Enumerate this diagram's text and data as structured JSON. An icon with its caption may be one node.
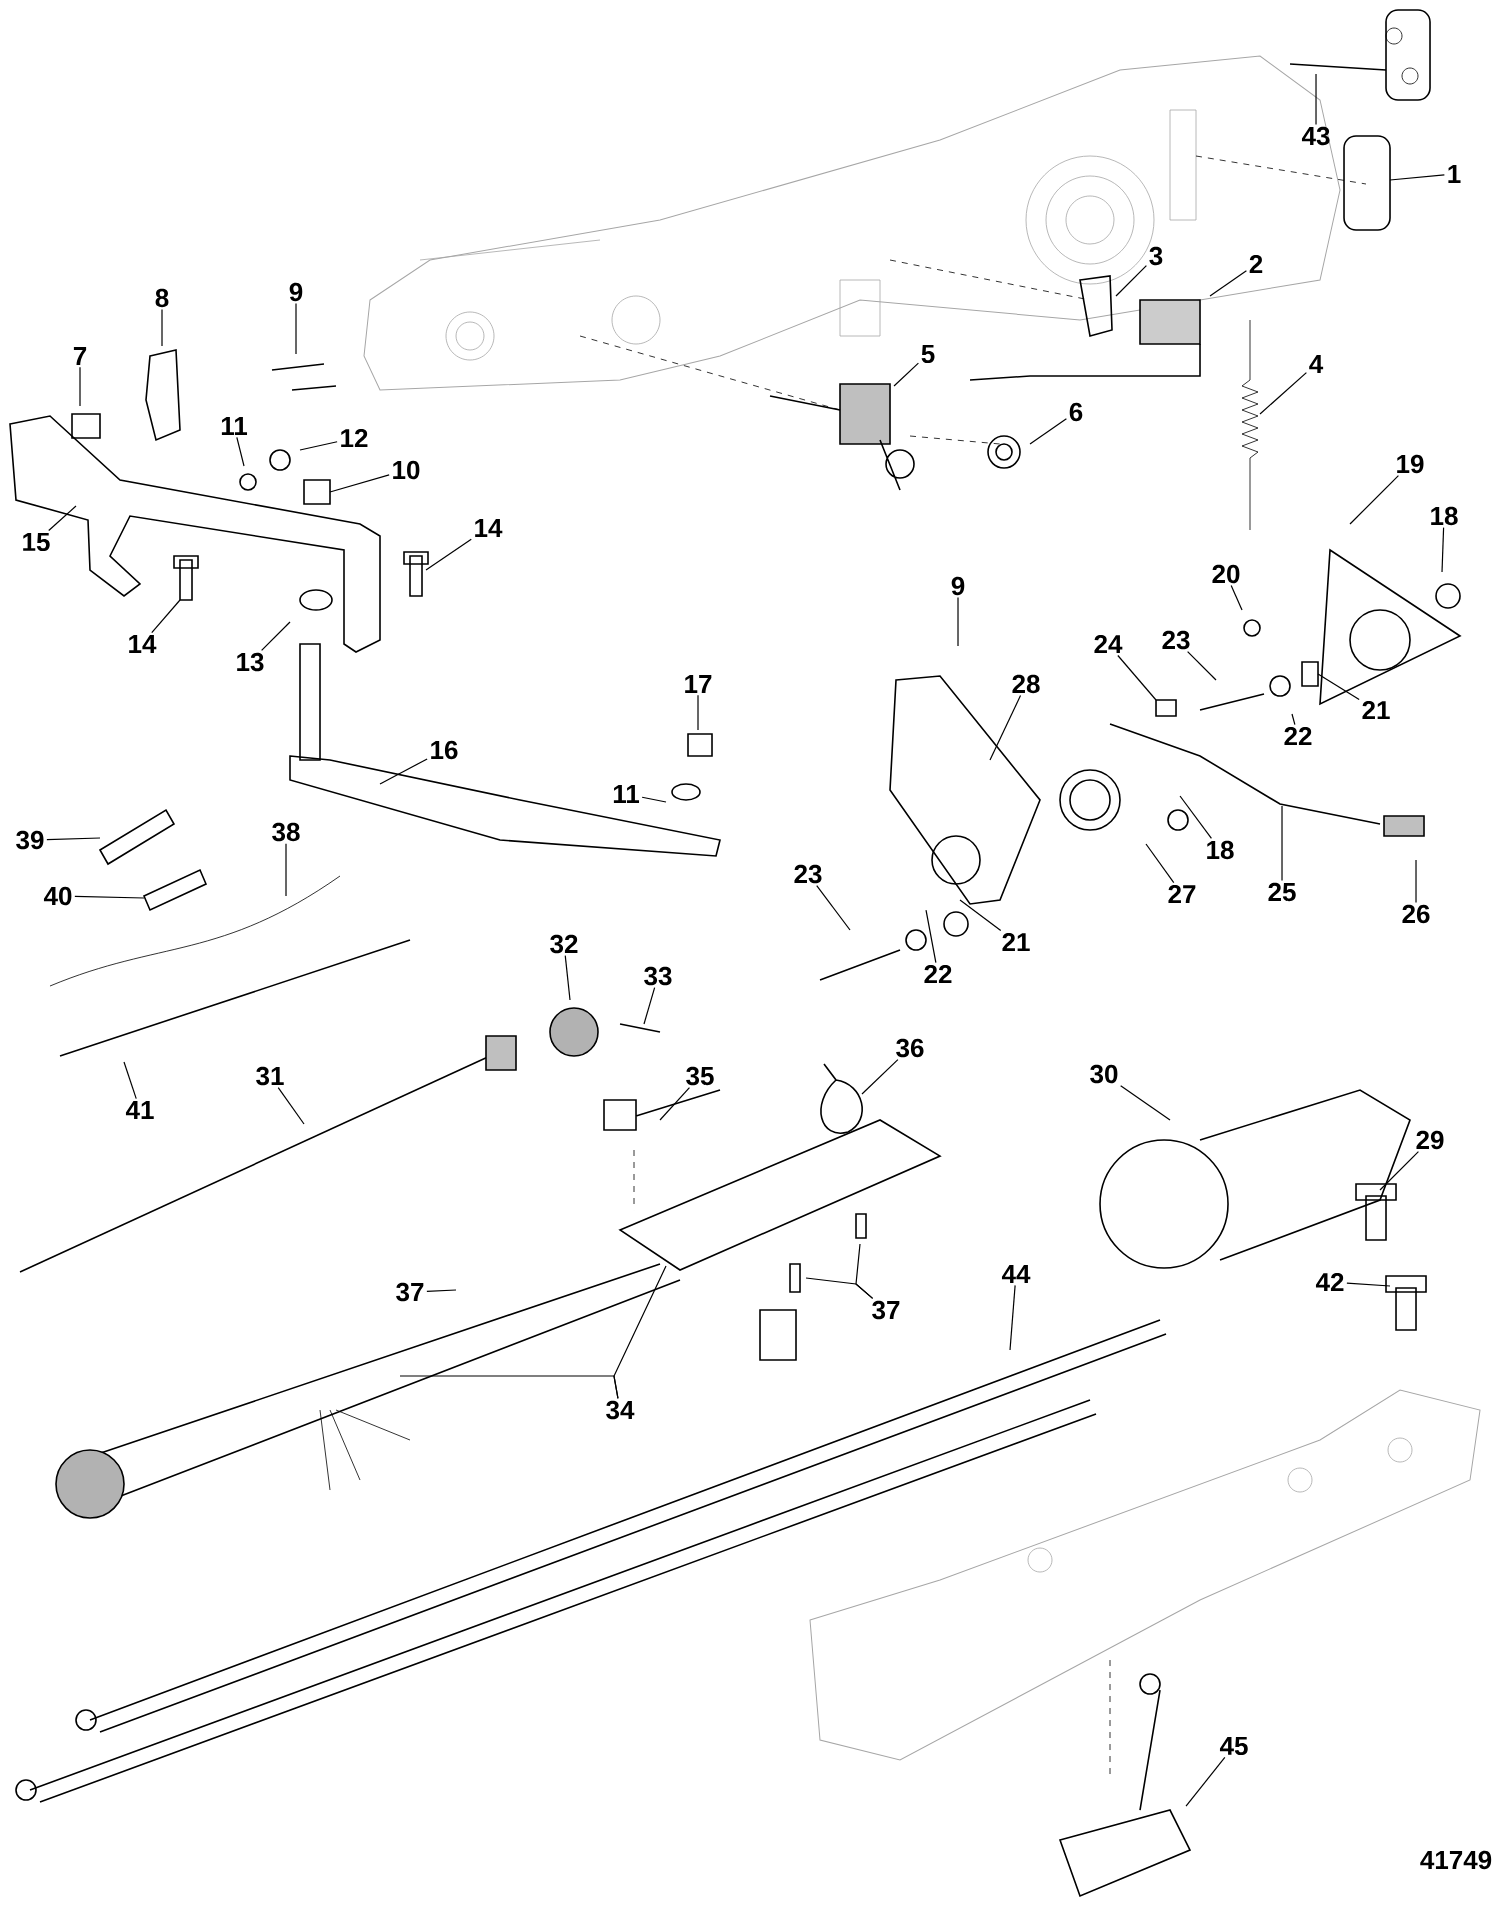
{
  "diagram": {
    "nodes": [
      {
        "text": [
          "43"
        ]
      },
      {
        "text": [
          "1"
        ]
      },
      {
        "text": [
          "3"
        ]
      },
      {
        "text": [
          "2"
        ]
      },
      {
        "text": [
          "8"
        ]
      },
      {
        "text": [
          "9"
        ]
      },
      {
        "text": [
          "7"
        ]
      },
      {
        "text": [
          "5"
        ]
      },
      {
        "text": [
          "4"
        ]
      },
      {
        "text": [
          "6"
        ]
      },
      {
        "text": [
          "11"
        ]
      },
      {
        "text": [
          "12"
        ]
      },
      {
        "text": [
          "19"
        ]
      },
      {
        "text": [
          "10"
        ]
      },
      {
        "text": [
          "18"
        ]
      },
      {
        "text": [
          "14"
        ]
      },
      {
        "text": [
          "15"
        ]
      },
      {
        "text": [
          "20"
        ]
      },
      {
        "text": [
          "9"
        ]
      },
      {
        "text": [
          "23"
        ]
      },
      {
        "text": [
          "24"
        ]
      },
      {
        "text": [
          "14"
        ]
      },
      {
        "text": [
          "13"
        ]
      },
      {
        "text": [
          "28"
        ]
      },
      {
        "text": [
          "17"
        ]
      },
      {
        "text": [
          "21"
        ]
      },
      {
        "text": [
          "22"
        ]
      },
      {
        "text": [
          "16"
        ]
      },
      {
        "text": [
          "11"
        ]
      },
      {
        "text": [
          "39"
        ]
      },
      {
        "text": [
          "38"
        ]
      },
      {
        "text": [
          "18"
        ]
      },
      {
        "text": [
          "23"
        ]
      },
      {
        "text": [
          "25"
        ]
      },
      {
        "text": [
          "27"
        ]
      },
      {
        "text": [
          "40"
        ]
      },
      {
        "text": [
          "26"
        ]
      },
      {
        "text": [
          "21"
        ]
      },
      {
        "text": [
          "32"
        ]
      },
      {
        "text": [
          "22"
        ]
      },
      {
        "text": [
          "33"
        ]
      },
      {
        "text": [
          "36"
        ]
      },
      {
        "text": [
          "30"
        ]
      },
      {
        "text": [
          "31"
        ]
      },
      {
        "text": [
          "35"
        ]
      },
      {
        "text": [
          "41"
        ]
      },
      {
        "text": [
          "29"
        ]
      },
      {
        "text": [
          "44"
        ]
      },
      {
        "text": [
          "42"
        ]
      },
      {
        "text": [
          "37"
        ]
      },
      {
        "text": [
          "37"
        ]
      },
      {
        "text": [
          "34"
        ]
      },
      {
        "text": [
          "45"
        ]
      }
    ],
    "edges": [
      {
        "from": 0,
        "to": null,
        "arrow": "none"
      },
      {
        "from": 1,
        "to": null,
        "arrow": "none"
      },
      {
        "from": 2,
        "to": null,
        "arrow": "none"
      },
      {
        "from": 3,
        "to": null,
        "arrow": "none"
      },
      {
        "from": 4,
        "to": null,
        "arrow": "none"
      },
      {
        "from": 5,
        "to": null,
        "arrow": "none"
      },
      {
        "from": 6,
        "to": null,
        "arrow": "none"
      },
      {
        "from": 7,
        "to": null,
        "arrow": "none"
      },
      {
        "from": 8,
        "to": null,
        "arrow": "none"
      },
      {
        "from": 9,
        "to": null,
        "arrow": "none"
      },
      {
        "from": 10,
        "to": null,
        "arrow": "none"
      },
      {
        "from": 11,
        "to": null,
        "arrow": "none"
      },
      {
        "from": 12,
        "to": null,
        "arrow": "none"
      },
      {
        "from": 13,
        "to": null,
        "arrow": "none"
      },
      {
        "from": 14,
        "to": null,
        "arrow": "none"
      },
      {
        "from": 15,
        "to": null,
        "arrow": "none"
      },
      {
        "from": 16,
        "to": null,
        "arrow": "none"
      },
      {
        "from": 17,
        "to": null,
        "arrow": "none"
      },
      {
        "from": 18,
        "to": null,
        "arrow": "none"
      },
      {
        "from": 19,
        "to": null,
        "arrow": "none"
      },
      {
        "from": 20,
        "to": null,
        "arrow": "none"
      },
      {
        "from": 21,
        "to": null,
        "arrow": "none"
      },
      {
        "from": 22,
        "to": null,
        "arrow": "none"
      },
      {
        "from": 23,
        "to": null,
        "arrow": "none"
      },
      {
        "from": 24,
        "to": null,
        "arrow": "none"
      },
      {
        "from": 25,
        "to": null,
        "arrow": "none"
      },
      {
        "from": 26,
        "to": null,
        "arrow": "none"
      },
      {
        "from": 27,
        "to": null,
        "arrow": "none"
      },
      {
        "from": 28,
        "to": null,
        "arrow": "none"
      },
      {
        "from": 29,
        "to": null,
        "arrow": "none"
      },
      {
        "from": 30,
        "to": null,
        "arrow": "none"
      },
      {
        "from": 31,
        "to": null,
        "arrow": "none"
      },
      {
        "from": 32,
        "to": null,
        "arrow": "none"
      },
      {
        "from": 33,
        "to": null,
        "arrow": "none"
      },
      {
        "from": 34,
        "to": null,
        "arrow": "none"
      },
      {
        "from": 35,
        "to": null,
        "arrow": "none"
      },
      {
        "from": 36,
        "to": null,
        "arrow": "none"
      },
      {
        "from": 37,
        "to": null,
        "arrow": "none"
      },
      {
        "from": 38,
        "to": null,
        "arrow": "none"
      },
      {
        "from": 39,
        "to": null,
        "arrow": "none"
      },
      {
        "from": 40,
        "to": null,
        "arrow": "none"
      },
      {
        "from": 41,
        "to": null,
        "arrow": "none"
      },
      {
        "from": 42,
        "to": null,
        "arrow": "none"
      },
      {
        "from": 43,
        "to": null,
        "arrow": "none"
      },
      {
        "from": 44,
        "to": null,
        "arrow": "none"
      },
      {
        "from": 45,
        "to": null,
        "arrow": "none"
      },
      {
        "from": 46,
        "to": null,
        "arrow": "none"
      },
      {
        "from": 47,
        "to": null,
        "arrow": "none"
      },
      {
        "from": 48,
        "to": null,
        "arrow": "none"
      },
      {
        "from": 49,
        "to": null,
        "arrow": "none"
      },
      {
        "from": 50,
        "to": null,
        "arrow": "none"
      },
      {
        "from": 50,
        "to": null,
        "arrow": "none"
      },
      {
        "from": 51,
        "to": null,
        "arrow": "none"
      },
      {
        "from": 51,
        "to": null,
        "arrow": "none"
      },
      {
        "from": 52,
        "to": null,
        "arrow": "none"
      }
    ],
    "labels": [
      "41749"
    ]
  }
}
